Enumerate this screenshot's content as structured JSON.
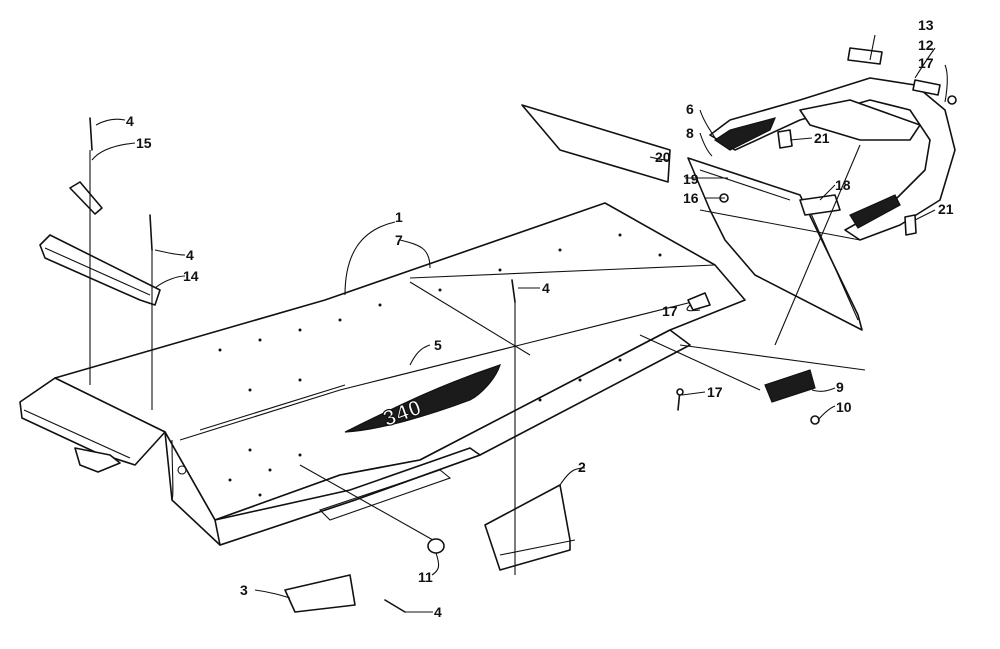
{
  "decal_text": "340",
  "callouts": [
    "1",
    "2",
    "3",
    "4",
    "5",
    "6",
    "7",
    "8",
    "9",
    "10",
    "11",
    "12",
    "13",
    "14",
    "15",
    "16",
    "17",
    "18",
    "19",
    "20",
    "21"
  ],
  "colors": {
    "ink": "#111111",
    "paper": "#ffffff"
  }
}
